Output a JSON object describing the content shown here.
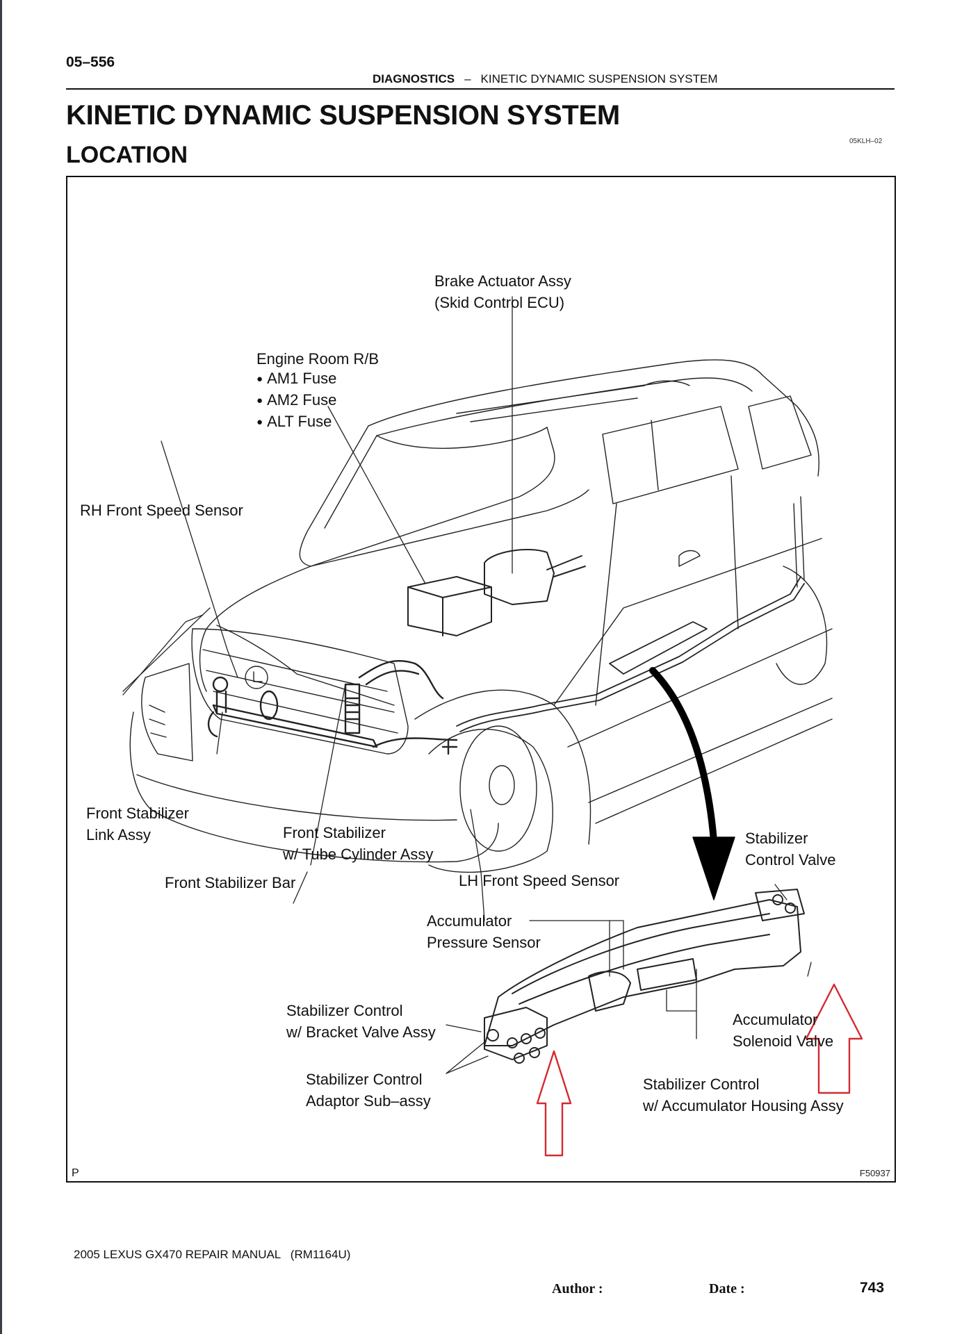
{
  "header": {
    "page_code": "05–556",
    "section": "DIAGNOSTICS",
    "separator": "–",
    "topic": "KINETIC DYNAMIC SUSPENSION SYSTEM"
  },
  "title": "KINETIC DYNAMIC SUSPENSION SYSTEM",
  "subtitle": "LOCATION",
  "doc_id": "05KLH–02",
  "figure": {
    "corner_left": "P",
    "figure_id": "F50937",
    "labels": {
      "brake_actuator": [
        "Brake Actuator Assy",
        "(Skid Control ECU)"
      ],
      "engine_room_rb": {
        "title": "Engine Room R/B",
        "items": [
          "AM1 Fuse",
          "AM2 Fuse",
          "ALT Fuse"
        ]
      },
      "rh_front_speed_sensor": "RH Front Speed Sensor",
      "front_stabilizer_link": [
        "Front Stabilizer",
        "Link Assy"
      ],
      "front_stabilizer_tube": [
        "Front Stabilizer",
        "w/ Tube Cylinder Assy"
      ],
      "front_stabilizer_bar": "Front Stabilizer Bar",
      "lh_front_speed_sensor": "LH Front Speed Sensor",
      "stabilizer_control_valve": [
        "Stabilizer",
        "Control Valve"
      ],
      "accumulator_pressure_sensor": [
        "Accumulator",
        "Pressure Sensor"
      ],
      "bracket_valve": [
        "Stabilizer Control",
        "w/ Bracket Valve Assy"
      ],
      "accumulator_solenoid": [
        "Accumulator",
        "Solenoid Valve"
      ],
      "adaptor_sub_assy": [
        "Stabilizer Control",
        "Adaptor Sub–assy"
      ],
      "accumulator_housing": [
        "Stabilizer Control",
        "w/ Accumulator Housing Assy"
      ]
    },
    "annotation_color": "#d42a2f"
  },
  "footer": {
    "manual": "2005 LEXUS GX470 REPAIR MANUAL   (RM1164U)",
    "author_label": "Author :",
    "date_label": "Date :",
    "page_number": "743"
  }
}
